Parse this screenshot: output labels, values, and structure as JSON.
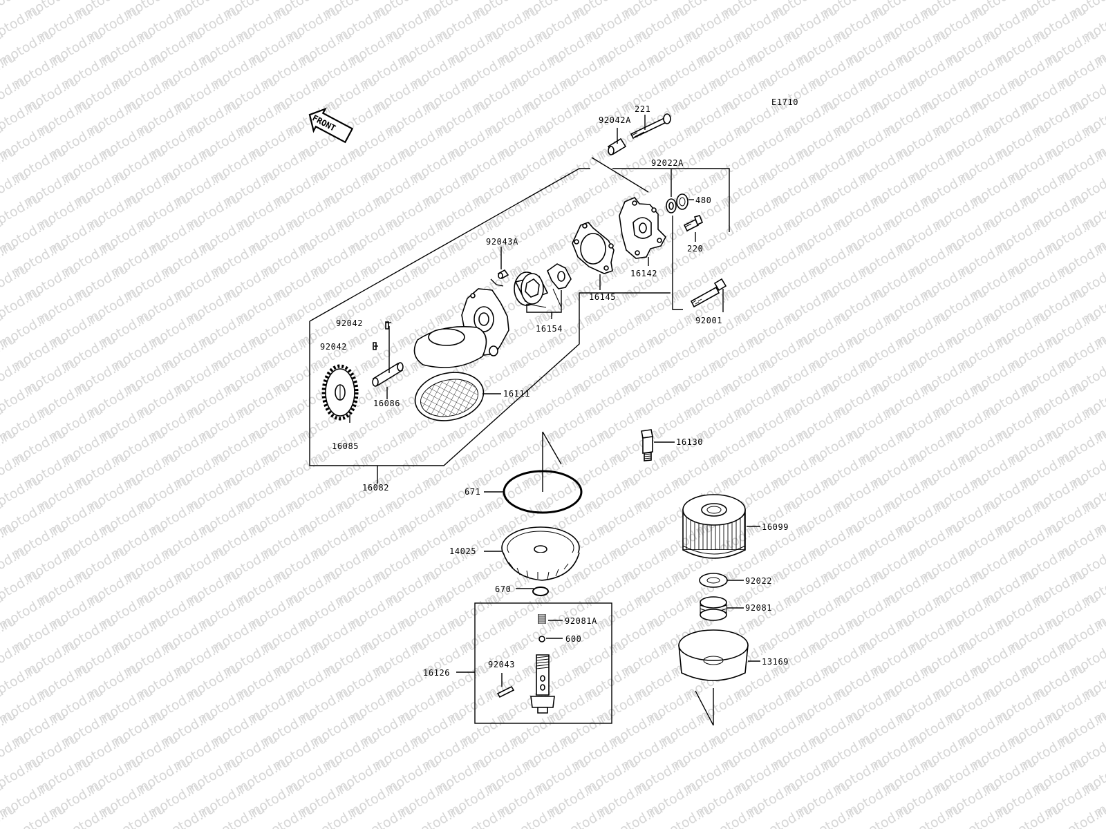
{
  "diagram_code": "E1710",
  "front_label": "FRONT",
  "watermark_text": "motod.ru",
  "parts": [
    {
      "id": "p221",
      "number": "221",
      "depicts": "pump-mounting-bolt"
    },
    {
      "id": "p92042A",
      "number": "92042A",
      "depicts": "sleeve"
    },
    {
      "id": "p92022A",
      "number": "92022A",
      "depicts": "washer"
    },
    {
      "id": "p480",
      "number": "480",
      "depicts": "circlip"
    },
    {
      "id": "p220",
      "number": "220",
      "depicts": "cover-bolt"
    },
    {
      "id": "p92043A",
      "number": "92043A",
      "depicts": "pin"
    },
    {
      "id": "p16142",
      "number": "16142",
      "depicts": "pump-cover"
    },
    {
      "id": "p16145",
      "number": "16145",
      "depicts": "gasket"
    },
    {
      "id": "p16154",
      "number": "16154",
      "depicts": "rotor-set"
    },
    {
      "id": "p92001",
      "number": "92001",
      "depicts": "flange-bolt"
    },
    {
      "id": "p92042_1",
      "number": "92042",
      "depicts": "pin"
    },
    {
      "id": "p92042_2",
      "number": "92042",
      "depicts": "pin"
    },
    {
      "id": "p16086",
      "number": "16086",
      "depicts": "pump-shaft"
    },
    {
      "id": "p16111",
      "number": "16111",
      "depicts": "oil-screen"
    },
    {
      "id": "p16085",
      "number": "16085",
      "depicts": "pump-gear"
    },
    {
      "id": "p16082",
      "number": "16082",
      "depicts": "oil-pump-assembly"
    },
    {
      "id": "p16130",
      "number": "16130",
      "depicts": "pressure-switch"
    },
    {
      "id": "p671",
      "number": "671",
      "depicts": "o-ring"
    },
    {
      "id": "p16099",
      "number": "16099",
      "depicts": "oil-filter"
    },
    {
      "id": "p14025",
      "number": "14025",
      "depicts": "filter-cover"
    },
    {
      "id": "p92022",
      "number": "92022",
      "depicts": "washer"
    },
    {
      "id": "p670",
      "number": "670",
      "depicts": "o-ring"
    },
    {
      "id": "p92081",
      "number": "92081",
      "depicts": "spring"
    },
    {
      "id": "p92081A",
      "number": "92081A",
      "depicts": "spring"
    },
    {
      "id": "p600",
      "number": "600",
      "depicts": "ball"
    },
    {
      "id": "p16126",
      "number": "16126",
      "depicts": "relief-valve-bolt"
    },
    {
      "id": "p92043",
      "number": "92043",
      "depicts": "pin"
    },
    {
      "id": "p13169",
      "number": "13169",
      "depicts": "filter-case"
    }
  ]
}
